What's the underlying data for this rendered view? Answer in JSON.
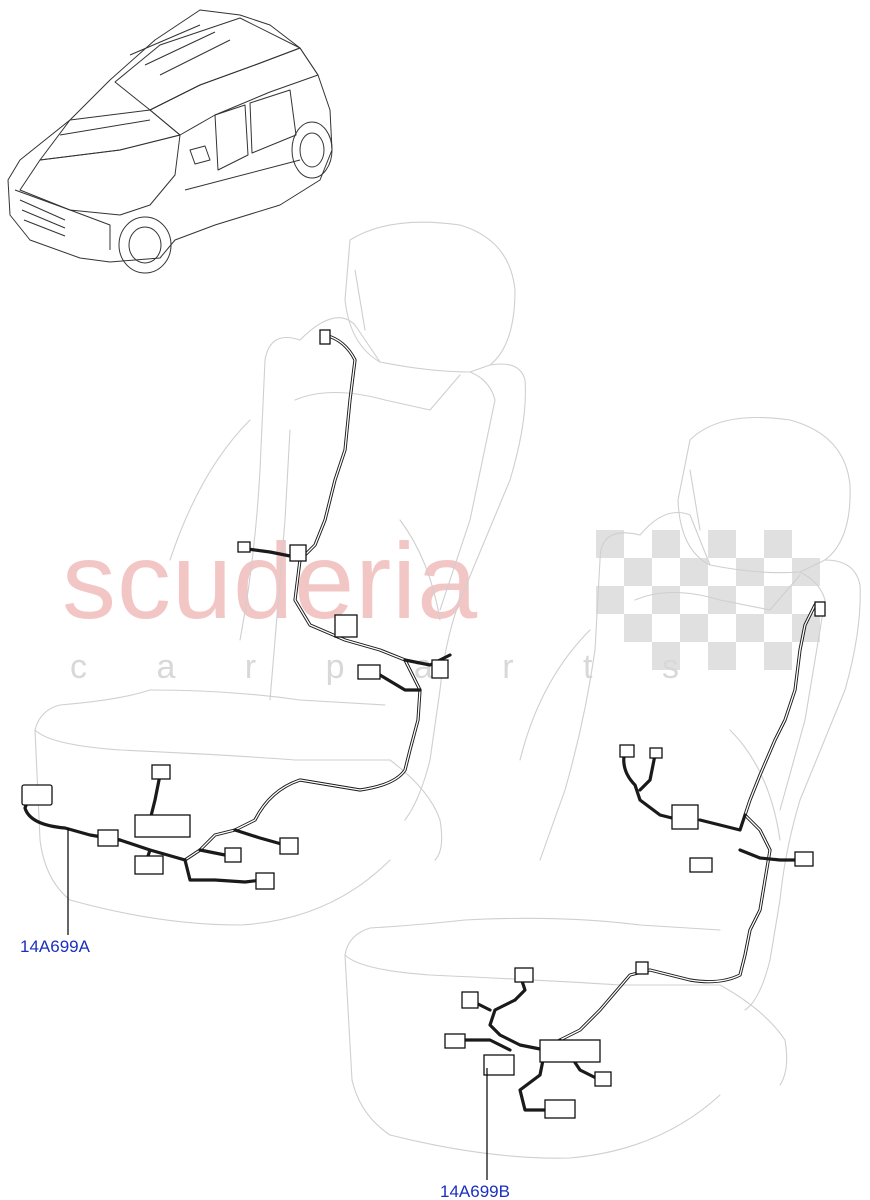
{
  "watermark": {
    "title": "scuderia",
    "subtitle": "c a r  p a r t s"
  },
  "callouts": [
    {
      "id": "a",
      "label": "14A699A"
    },
    {
      "id": "b",
      "label": "14A699B"
    }
  ],
  "colors": {
    "label": "#1a2fbf",
    "watermark": "#f0b4b4",
    "line": "#1a1a1a",
    "seat_outline": "#cfcfcf"
  },
  "icons": [
    "vehicle-illustration",
    "seat-outline",
    "wiring-harness",
    "connector"
  ]
}
